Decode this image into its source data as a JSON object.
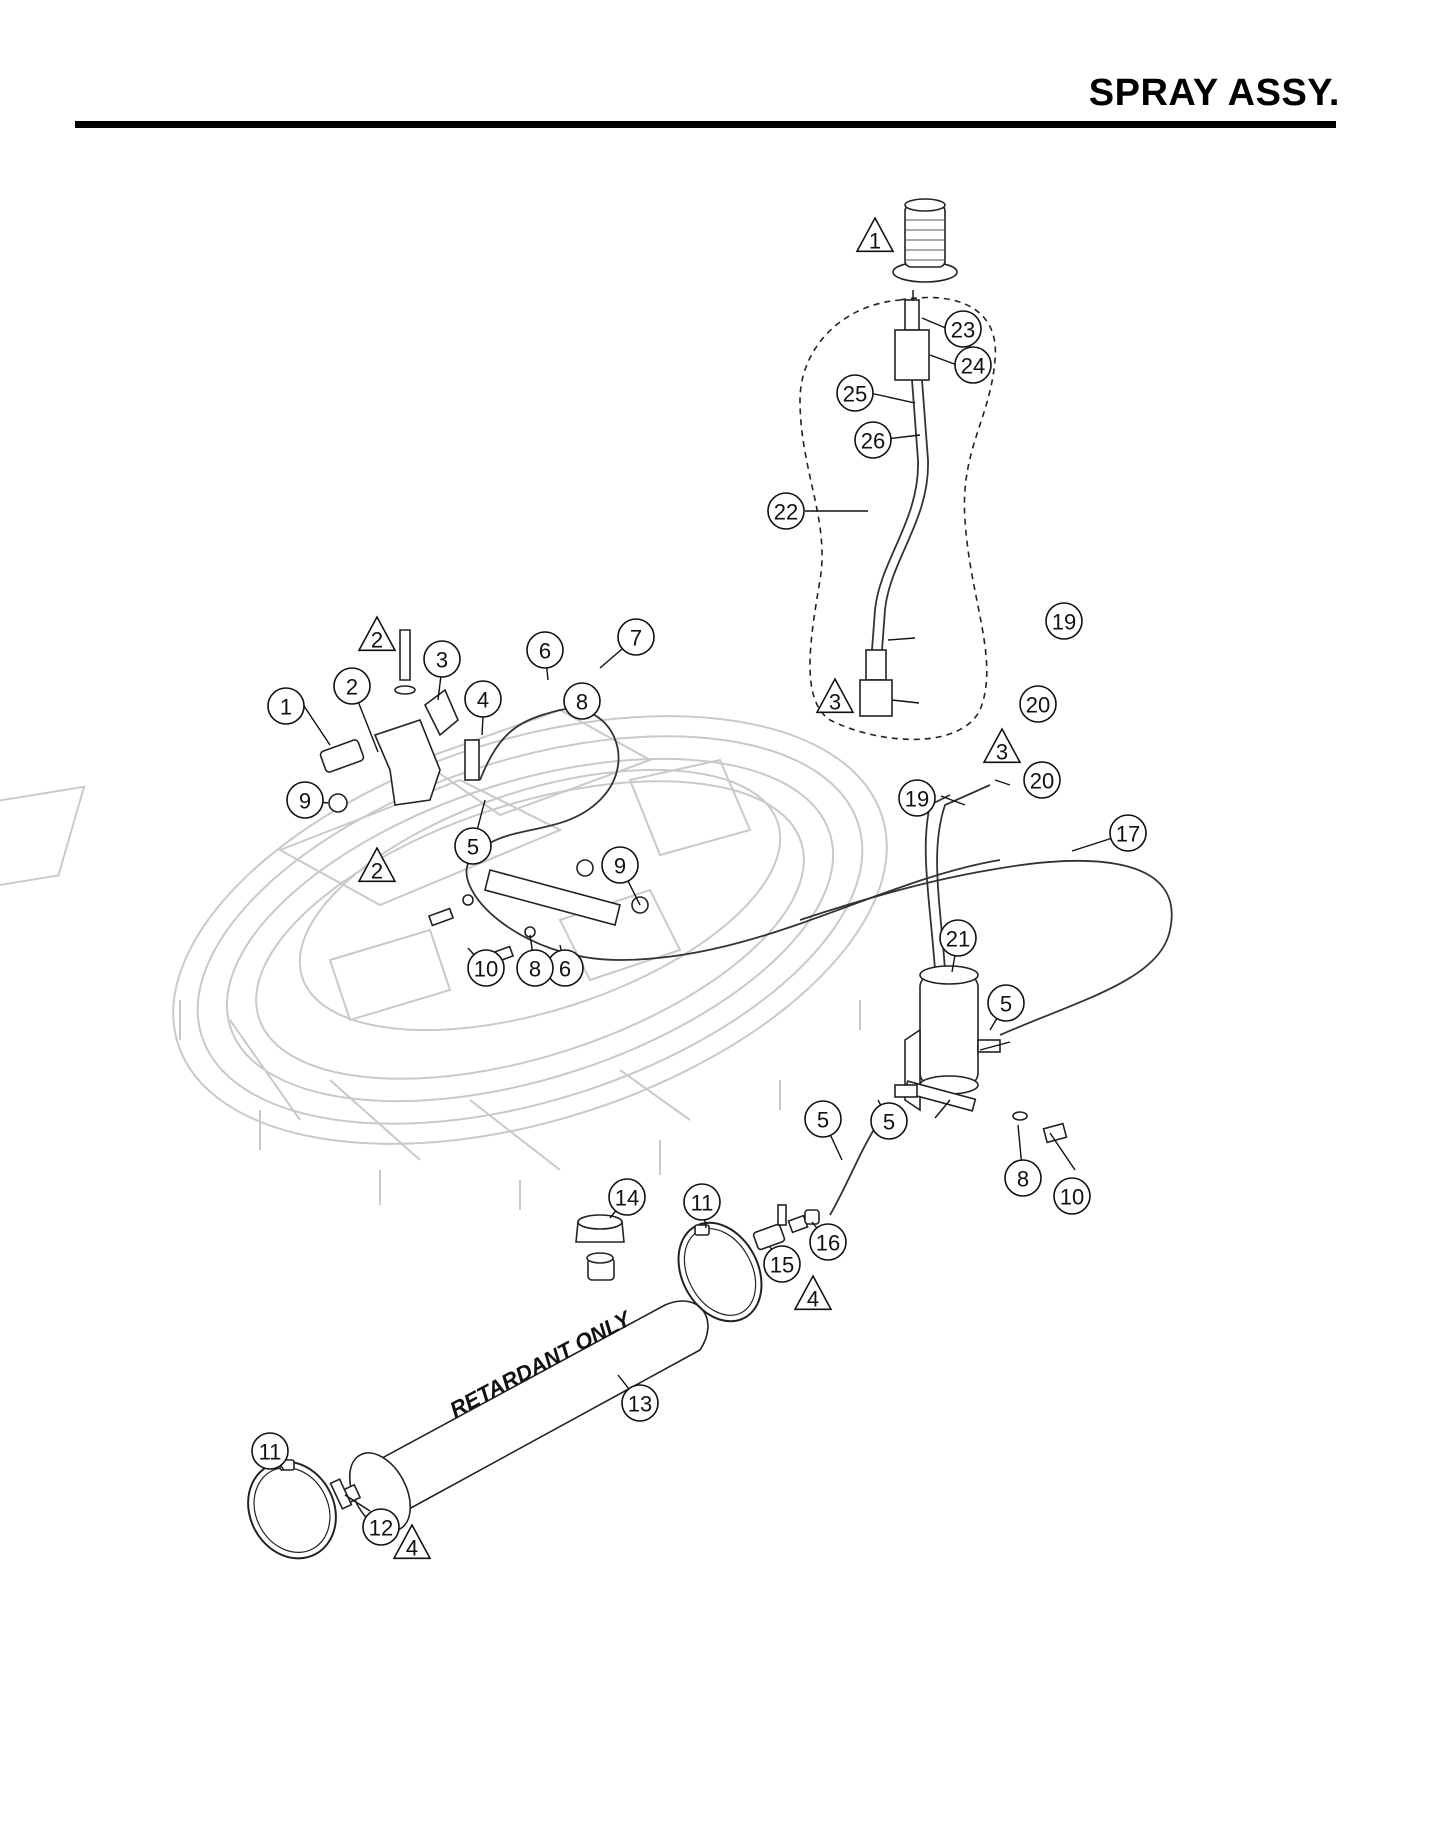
{
  "header": {
    "title": "SPRAY ASSY."
  },
  "tank": {
    "label": "RETARDANT ONLY"
  },
  "callouts": [
    {
      "num": "1"
    },
    {
      "num": "2"
    },
    {
      "num": "3"
    },
    {
      "num": "4"
    },
    {
      "num": "5"
    },
    {
      "num": "5"
    },
    {
      "num": "5"
    },
    {
      "num": "5"
    },
    {
      "num": "6"
    },
    {
      "num": "6"
    },
    {
      "num": "7"
    },
    {
      "num": "8"
    },
    {
      "num": "8"
    },
    {
      "num": "8"
    },
    {
      "num": "9"
    },
    {
      "num": "9"
    },
    {
      "num": "10"
    },
    {
      "num": "10"
    },
    {
      "num": "11"
    },
    {
      "num": "11"
    },
    {
      "num": "12"
    },
    {
      "num": "13"
    },
    {
      "num": "14"
    },
    {
      "num": "15"
    },
    {
      "num": "16"
    },
    {
      "num": "17"
    },
    {
      "num": "19"
    },
    {
      "num": "19"
    },
    {
      "num": "20"
    },
    {
      "num": "20"
    },
    {
      "num": "21"
    },
    {
      "num": "22"
    },
    {
      "num": "23"
    },
    {
      "num": "24"
    },
    {
      "num": "25"
    },
    {
      "num": "26"
    }
  ],
  "notes": [
    {
      "num": "1"
    },
    {
      "num": "2"
    },
    {
      "num": "2"
    },
    {
      "num": "3"
    },
    {
      "num": "3"
    },
    {
      "num": "4"
    },
    {
      "num": "4"
    }
  ]
}
